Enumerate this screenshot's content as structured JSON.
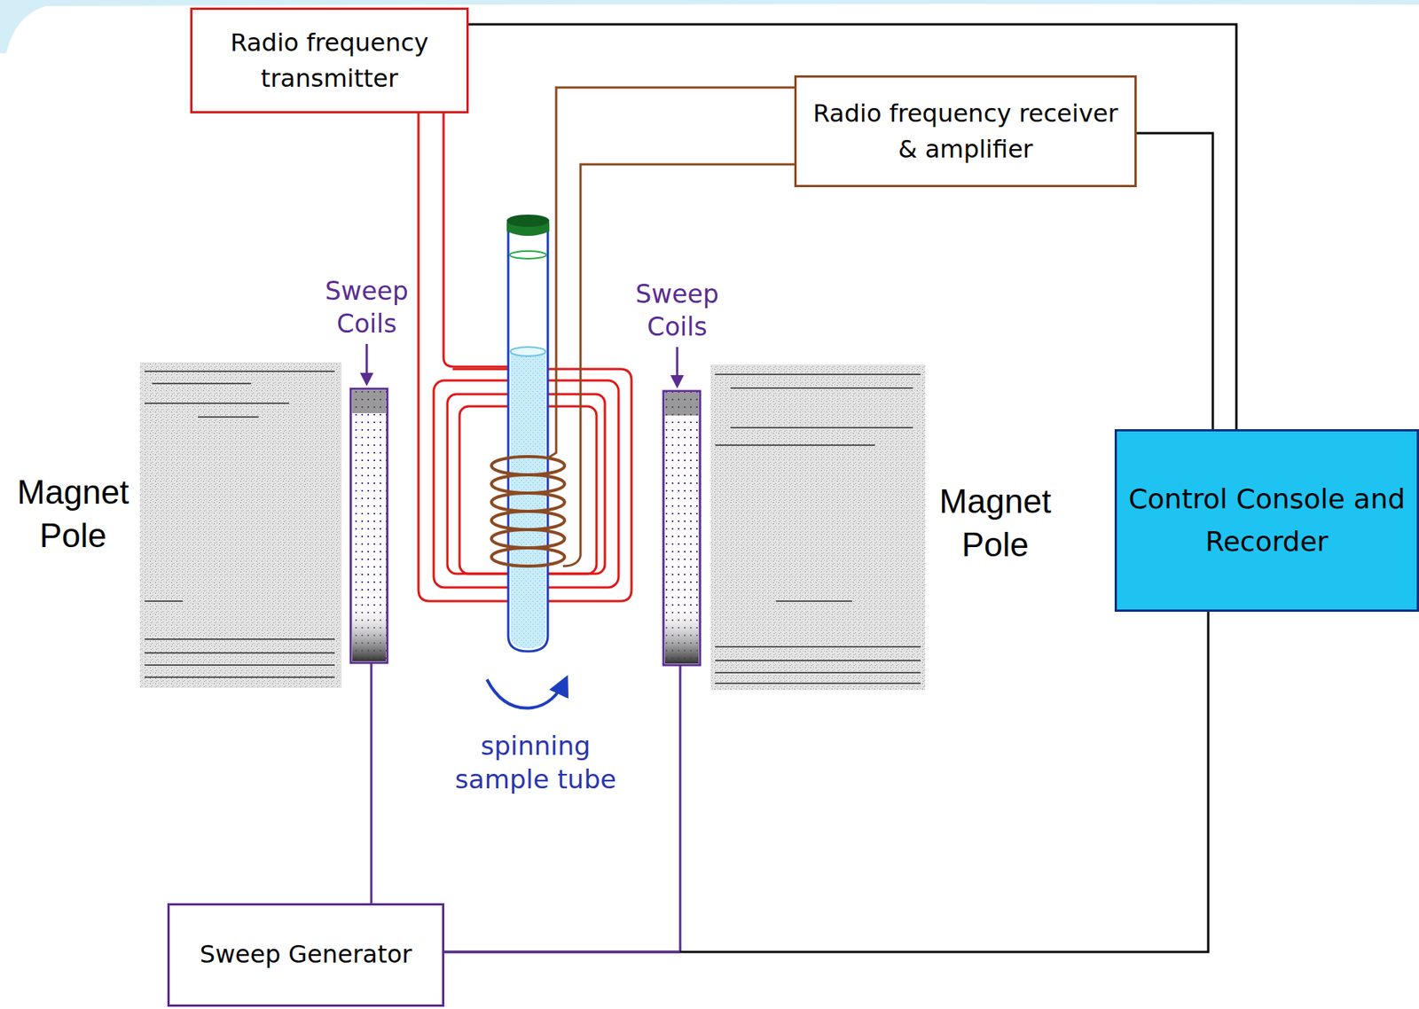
{
  "diagram": {
    "nodes": [
      {
        "text": [
          "Radio frequency transmitter"
        ]
      },
      {
        "text": [
          "Radio frequency receiver & amplifier"
        ]
      },
      {
        "text": [
          "Control Console and Recorder"
        ]
      },
      {
        "text": [
          "Sweep Generator"
        ]
      }
    ],
    "edges": [
      {
        "from": 0,
        "to": 2,
        "arrow": "none"
      },
      {
        "from": 1,
        "to": 2,
        "arrow": "none"
      },
      {
        "from": 3,
        "to": 2,
        "arrow": "none"
      }
    ],
    "labels": [
      "Magnet Pole",
      "Sweep Coils",
      "Sweep Coils",
      "Magnet Pole",
      "spinning sample tube"
    ]
  }
}
